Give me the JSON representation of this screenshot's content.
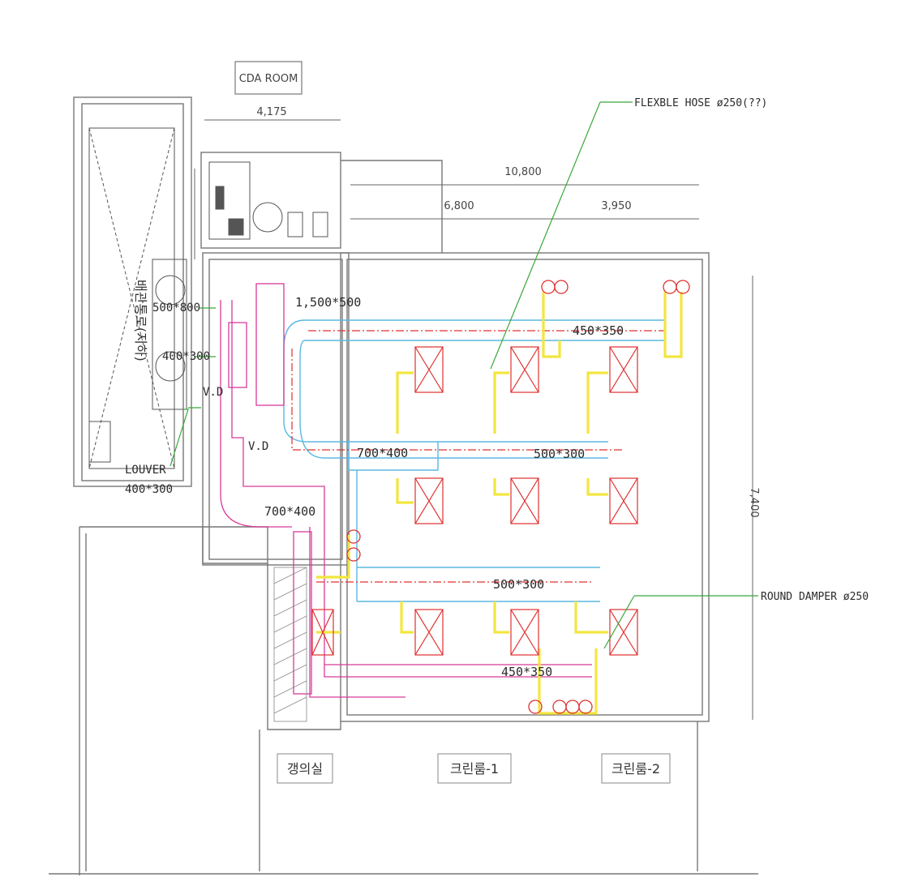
{
  "dimensions": {
    "cda_room_width": "4,175",
    "total_width": "10,800",
    "left_section": "6,800",
    "right_section": "3,950",
    "room_depth": "7,400"
  },
  "rooms": {
    "cda_room": "CDA ROOM",
    "waiting_room": "갱의실",
    "corridor_1": "크린룸-1",
    "corridor_2": "크린룸-2",
    "unit_label": "배관통로(지하)"
  },
  "duct_sizes": {
    "inlet_500_800": "500*800",
    "main_1500_500": "1,500*500",
    "branch_400_300": "400*300",
    "vd_1": "V.D",
    "vd_2": "V.D",
    "main_700_400_a": "700*400",
    "main_700_400_b": "700*400",
    "upper_450_350": "450*350",
    "mid_500_300_a": "500*300",
    "mid_500_300_b": "500*300",
    "lower_450_350": "450*350"
  },
  "callouts": {
    "louver": "LOUVER",
    "louver_size": "400*300",
    "flexible_hose": "FLEXBLE HOSE ø250(??)",
    "round_damper": "ROUND DAMPER ø250"
  },
  "colors": {
    "duct_cyan": "#5bb8e0",
    "supply_red": "#e03030",
    "return_magenta": "#d83a9a",
    "flex_yellow": "#f2e640",
    "leader_green": "#3aa83a",
    "wall_gray": "#777777"
  }
}
